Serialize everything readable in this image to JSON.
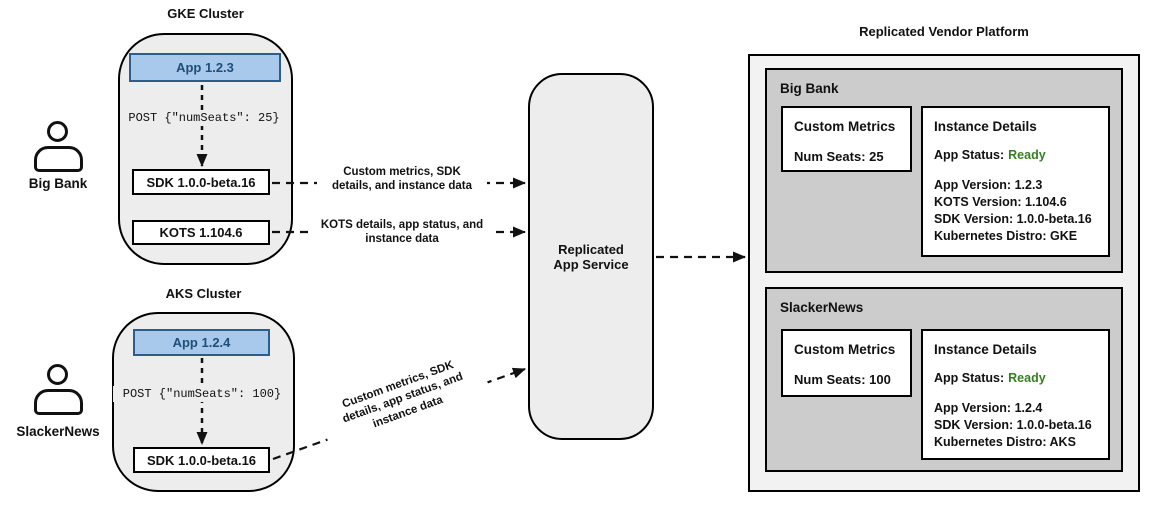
{
  "actors": [
    {
      "label": "Big Bank"
    },
    {
      "label": "SlackerNews"
    }
  ],
  "clusters": [
    {
      "title": "GKE Cluster",
      "app_label": "App 1.2.3",
      "post_request": "POST {\"numSeats\": 25}",
      "sdk_label": "SDK 1.0.0-beta.16",
      "kots_label": "KOTS 1.104.6"
    },
    {
      "title": "AKS Cluster",
      "app_label": "App 1.2.4",
      "post_request": "POST {\"numSeats\": 100}",
      "sdk_label": "SDK 1.0.0-beta.16"
    }
  ],
  "edges": {
    "sdk_to_service": "Custom metrics, SDK\ndetails, and instance data",
    "kots_to_service": "KOTS details, app status, and\ninstance data",
    "aks_sdk_to_service": "Custom metrics, SDK\ndetails, app status, and\ninstance data"
  },
  "service": {
    "label": "Replicated\nApp Service"
  },
  "platform": {
    "title": "Replicated Vendor Platform",
    "tenants": [
      {
        "name": "Big Bank",
        "custom_metrics": {
          "title": "Custom Metrics",
          "metric": "Num Seats: 25"
        },
        "instance_details": {
          "title": "Instance Details",
          "status_label": "App Status:",
          "status_value": "Ready",
          "lines": [
            "App Version: 1.2.3",
            "KOTS Version: 1.104.6",
            "SDK Version: 1.0.0-beta.16",
            "Kubernetes Distro: GKE"
          ]
        }
      },
      {
        "name": "SlackerNews",
        "custom_metrics": {
          "title": "Custom Metrics",
          "metric": "Num Seats: 100"
        },
        "instance_details": {
          "title": "Instance Details",
          "status_label": "App Status:",
          "status_value": "Ready",
          "lines": [
            "App Version: 1.2.4",
            "SDK Version: 1.0.0-beta.16",
            "Kubernetes Distro: AKS"
          ]
        }
      }
    ]
  },
  "colors": {
    "app_fill": "#A9C9EC",
    "app_border": "#2F5D8A",
    "app_text": "#1F4E79",
    "status_ready_green": "#357F21",
    "cluster_fill": "#ededed",
    "tenant_fill": "#cccccc",
    "platform_fill": "#f2f2f2"
  }
}
